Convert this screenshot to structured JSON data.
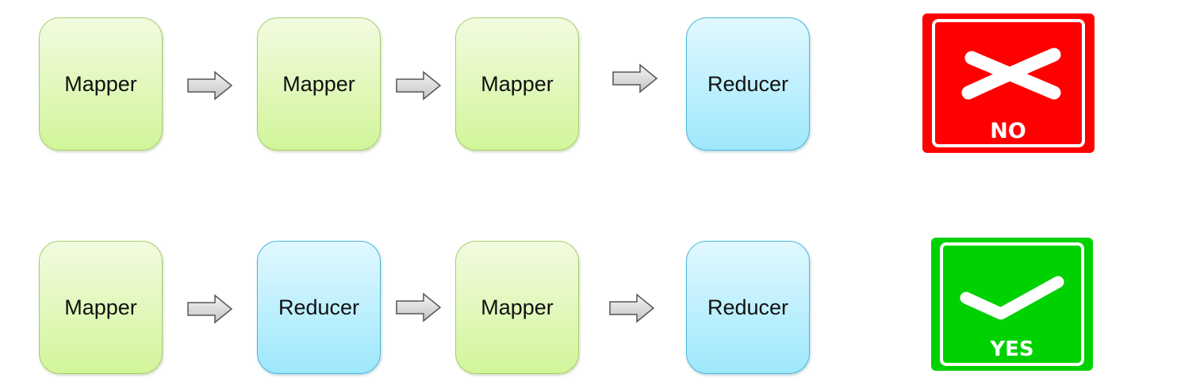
{
  "row1": {
    "boxes": [
      "Mapper",
      "Mapper",
      "Mapper",
      "Reducer"
    ],
    "verdict": {
      "label": "NO",
      "color": "#ff0000",
      "icon": "x-mark-icon"
    }
  },
  "row2": {
    "boxes": [
      "Mapper",
      "Reducer",
      "Mapper",
      "Reducer"
    ],
    "verdict": {
      "label": "YES",
      "color": "#00d100",
      "icon": "check-mark-icon"
    }
  },
  "colors": {
    "mapper_fill": "#d2f59a",
    "reducer_fill": "#9ee8fc",
    "arrow_fill": "#d9d9d9"
  }
}
